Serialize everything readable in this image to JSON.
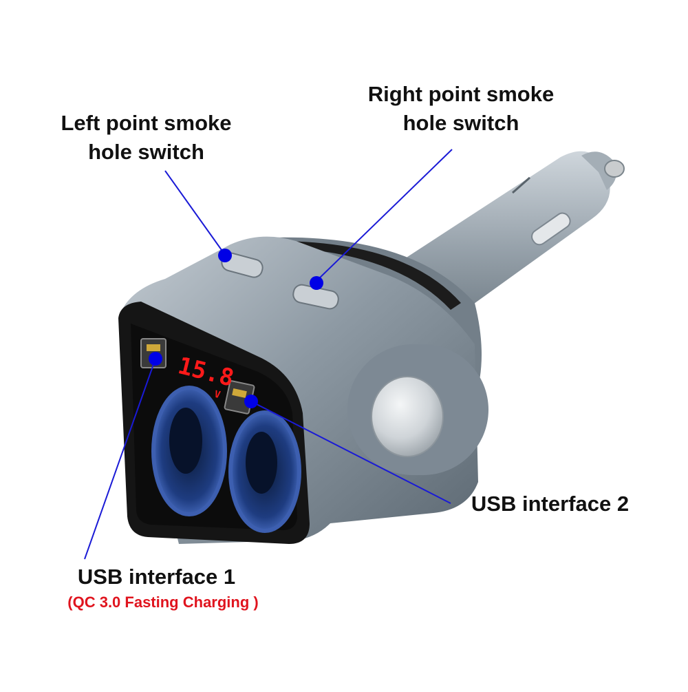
{
  "labels": {
    "left_switch": [
      "Left point smoke",
      "hole switch"
    ],
    "right_switch": [
      "Right point smoke",
      "hole switch"
    ],
    "usb2": "USB interface 2",
    "usb1": "USB interface 1",
    "usb1_note": "(QC 3.0 Fasting Charging )"
  },
  "display_readout": "15.8",
  "display_unit": "V",
  "colors": {
    "callout_line": "#1a1ad6",
    "callout_dot": "#0000e6",
    "label_text": "#111111",
    "note_text": "#e0141e",
    "body_gray": "#8e9aa4",
    "display_red": "#ff1a1a",
    "socket_blue": "#3f63b8"
  }
}
